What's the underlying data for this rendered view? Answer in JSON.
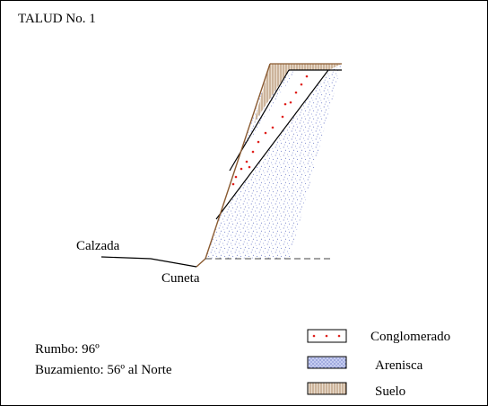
{
  "title": "TALUD No. 1",
  "labels": {
    "road": "Calzada",
    "ditch": "Cuneta"
  },
  "info": {
    "strike": "Rumbo: 96º",
    "dip": "Buzamiento: 56º al Norte"
  },
  "legend": [
    {
      "label": "Conglomerado",
      "pattern": "red-dots",
      "color": "#e0201c"
    },
    {
      "label": "Arenisca",
      "pattern": "blue-stipple",
      "color": "#3c4aa8"
    },
    {
      "label": "Suelo",
      "pattern": "brown-hatch",
      "color": "#9a6a3c"
    }
  ]
}
